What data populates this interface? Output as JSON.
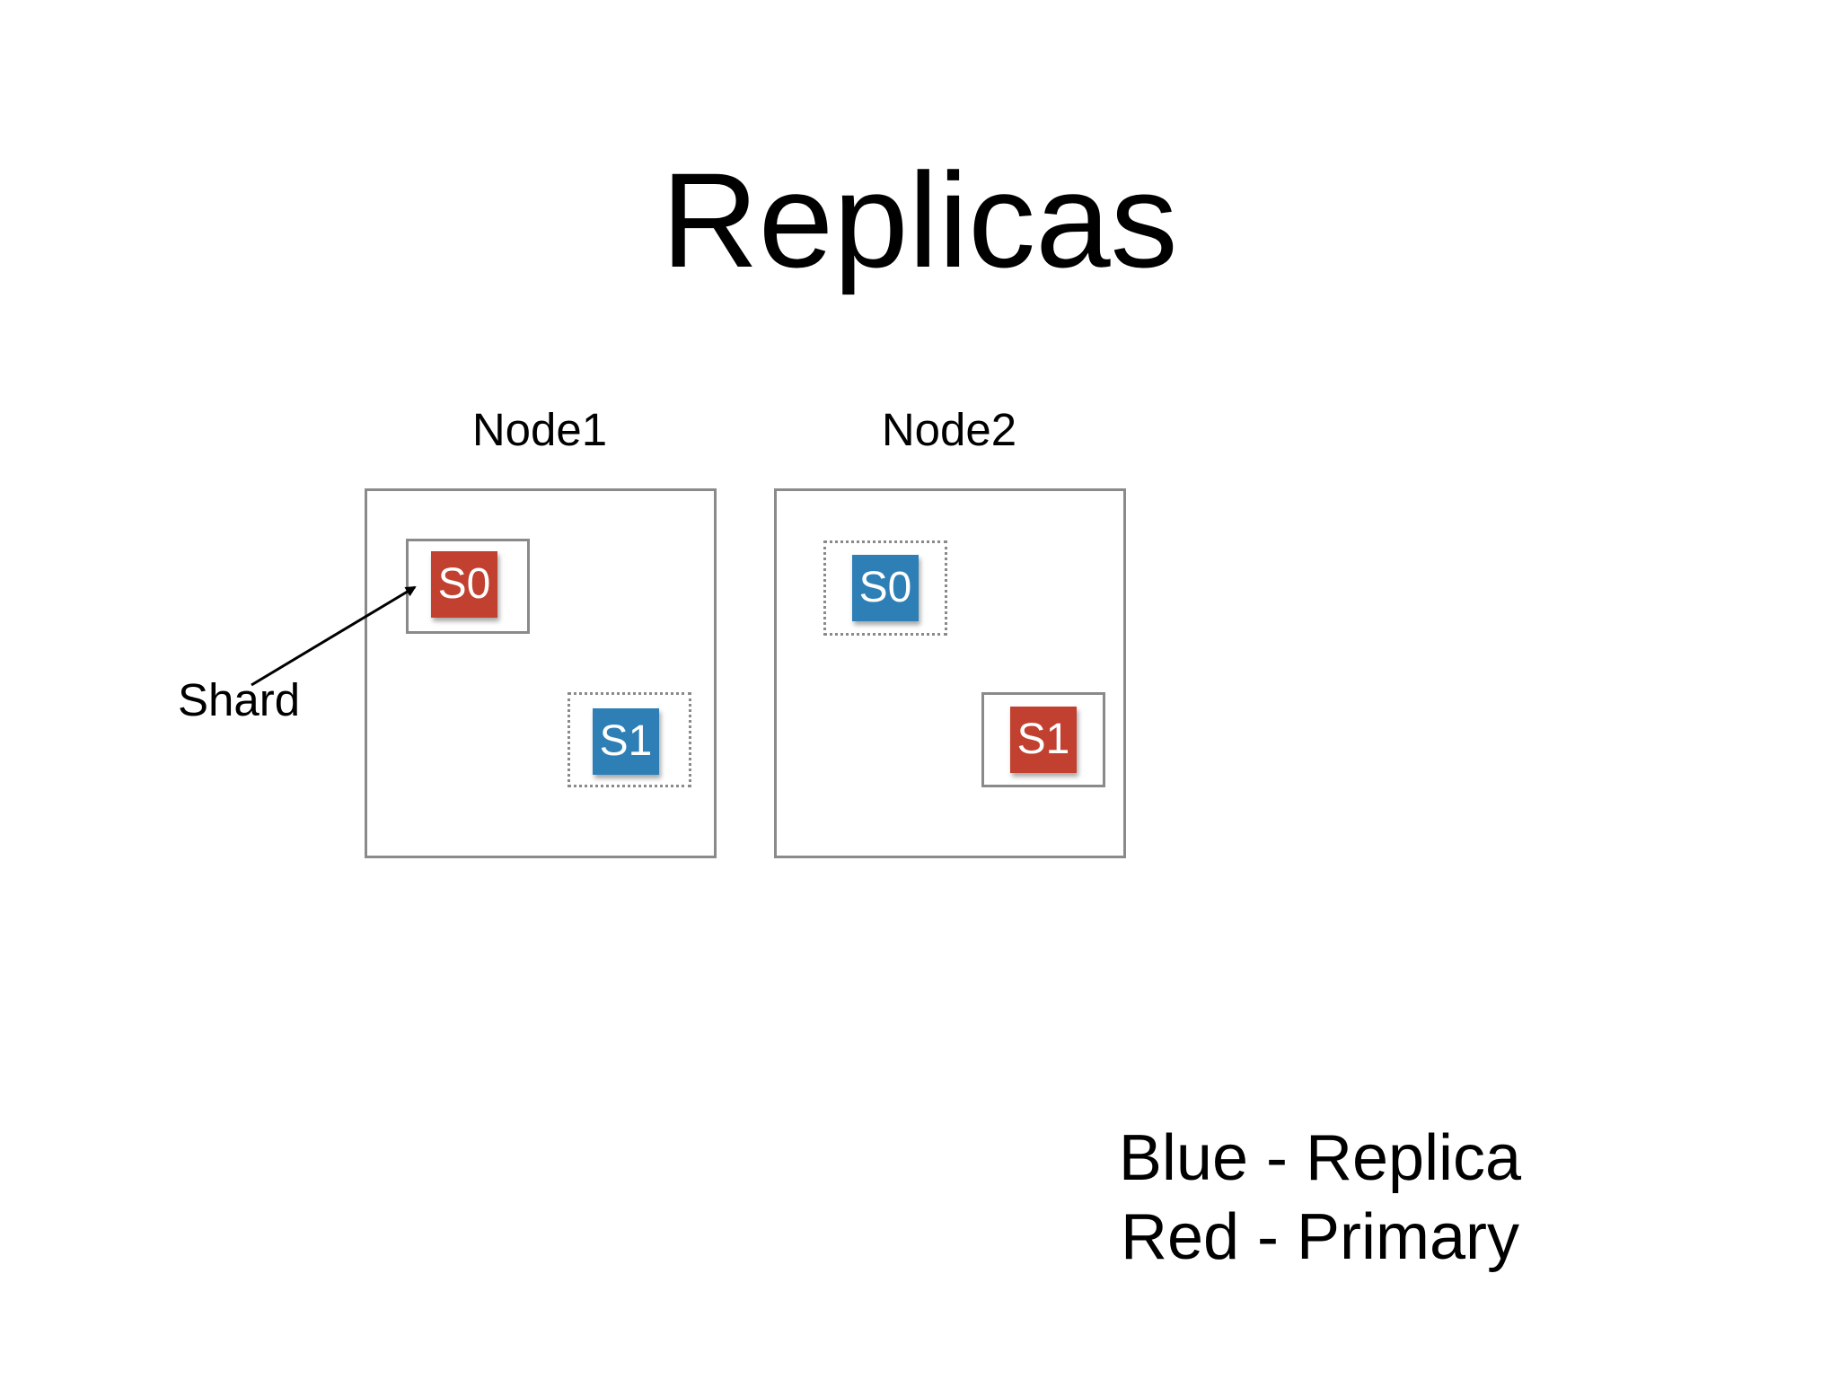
{
  "title": "Replicas",
  "nodes": [
    {
      "label": "Node1",
      "shards": [
        {
          "label": "S0",
          "role": "primary"
        },
        {
          "label": "S1",
          "role": "replica"
        }
      ]
    },
    {
      "label": "Node2",
      "shards": [
        {
          "label": "S0",
          "role": "replica"
        },
        {
          "label": "S1",
          "role": "primary"
        }
      ]
    }
  ],
  "callout": {
    "label": "Shard"
  },
  "legend": {
    "line1": "Blue - Replica",
    "line2": "Red - Primary"
  },
  "colors": {
    "primary": "#c1402f",
    "replica": "#2e7fb6",
    "border": "#8a8a8a"
  }
}
